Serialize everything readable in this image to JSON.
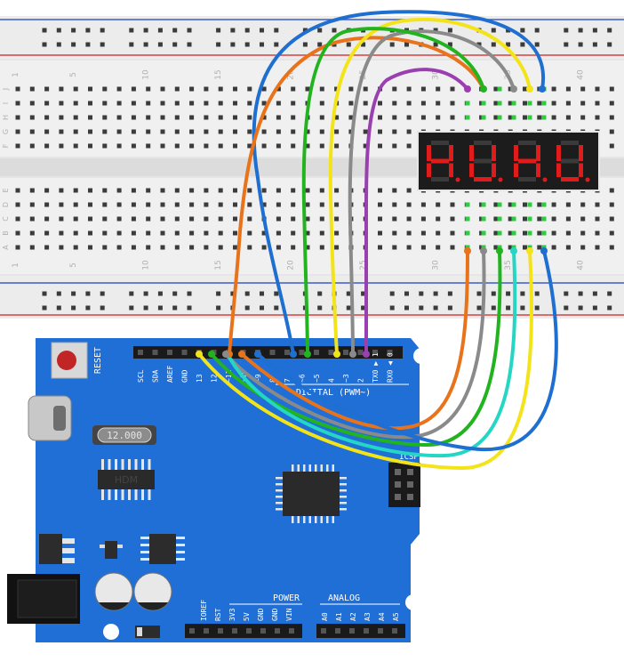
{
  "breadboard": {
    "top_row_numbers": [
      "1",
      "5",
      "10",
      "15",
      "20",
      "25",
      "30",
      "35",
      "40"
    ],
    "bottom_row_numbers": [
      "1",
      "5",
      "10",
      "15",
      "20",
      "25",
      "30",
      "35",
      "40"
    ],
    "row_letters_top": [
      "J",
      "I",
      "H",
      "G",
      "F"
    ],
    "row_letters_bottom": [
      "E",
      "D",
      "C",
      "B",
      "A"
    ]
  },
  "display": {
    "type": "4-digit 7-segment",
    "segment_color": "#e01b1b",
    "body_color": "#1c1c1c"
  },
  "arduino": {
    "reset_label": "RESET",
    "crystal_label": "12.000",
    "digital_label": "DIGITAL (PWM~)",
    "power_label": "POWER",
    "analog_label": "ANALOG",
    "icsp_label": "ICSP",
    "chip_mark": "HDM",
    "top_header_labels": [
      "SCL",
      "SDA",
      "AREF",
      "GND",
      "13",
      "12",
      "~11",
      "~10",
      "~9",
      "8",
      "7",
      "~6",
      "~5",
      "4",
      "~3",
      "2",
      "TX0 ▶ 1",
      "RX0 ◀ 0"
    ],
    "power_pin_labels": [
      "IOREF",
      "RST",
      "3V3",
      "5V",
      "GND",
      "GND",
      "VIN"
    ],
    "analog_pin_labels": [
      "A0",
      "A1",
      "A2",
      "A3",
      "A4",
      "A5"
    ],
    "board_color": "#1f6fd6"
  },
  "wires": [
    {
      "color": "#1f6fd1",
      "name": "blue"
    },
    {
      "color": "#e8731a",
      "name": "orange"
    },
    {
      "color": "#22b41f",
      "name": "green"
    },
    {
      "color": "#f3e41a",
      "name": "yellow"
    },
    {
      "color": "#8a8a8a",
      "name": "gray"
    },
    {
      "color": "#9a3fb0",
      "name": "purple"
    },
    {
      "color": "#25d6c4",
      "name": "cyan"
    }
  ]
}
